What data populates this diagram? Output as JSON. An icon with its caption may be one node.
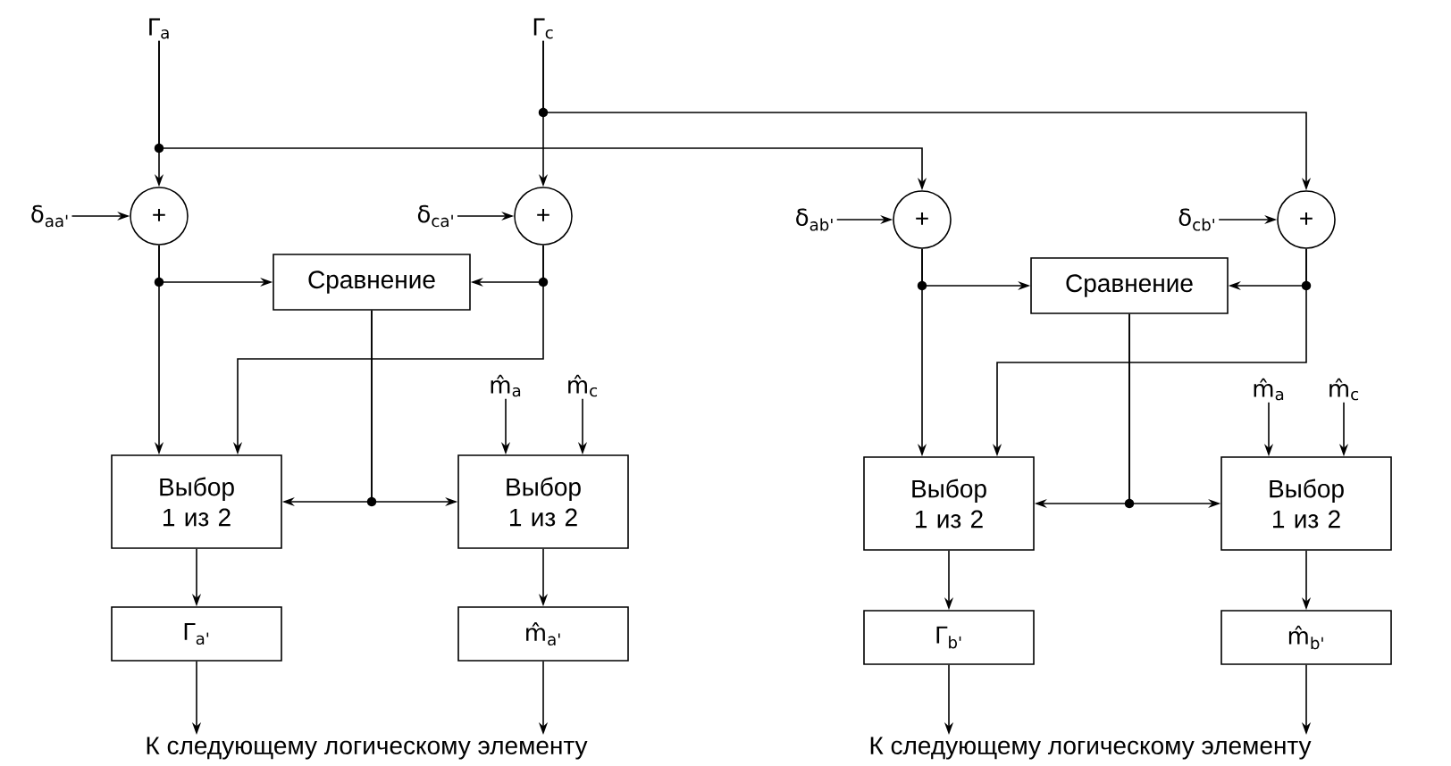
{
  "diagram": {
    "nodes": [
      {
        "text": [
          "Γ$_{a}$"
        ]
      },
      {
        "text": [
          "Γ$_{c}$"
        ]
      },
      {
        "text": [
          "δ$_{aa'}$"
        ]
      },
      {
        "text": [
          "+"
        ]
      },
      {
        "text": [
          "δ$_{ca'}$"
        ]
      },
      {
        "text": [
          "+"
        ]
      },
      {
        "text": [
          "δ$_{ab'}$"
        ]
      },
      {
        "text": [
          "+"
        ]
      },
      {
        "text": [
          "δ$_{cb'}$"
        ]
      },
      {
        "text": [
          "+"
        ]
      },
      {
        "text": [
          "Сравнение"
        ]
      },
      {
        "text": [
          "Сравнение"
        ]
      },
      {
        "text": [
          "m̂$_{a}$"
        ]
      },
      {
        "text": [
          "m̂$_{c}$"
        ]
      },
      {
        "text": [
          "Выбор 1 из 2"
        ]
      },
      {
        "text": [
          "Выбор 1 из 2"
        ]
      },
      {
        "text": [
          "m̂$_{a}$"
        ]
      },
      {
        "text": [
          "m̂$_{c}$"
        ]
      },
      {
        "text": [
          "Выбор 1 из 2"
        ]
      },
      {
        "text": [
          "Выбор 1 из 2"
        ]
      },
      {
        "text": [
          "Γ$_{a'}$"
        ]
      },
      {
        "text": [
          "m̂$_{a'}$"
        ]
      },
      {
        "text": [
          "Γ$_{b'}$"
        ]
      },
      {
        "text": [
          "m̂$_{b'}$"
        ]
      },
      {
        "text": [
          "К следующему логическому элементу"
        ]
      },
      {
        "text": [
          "К следующему логическому элементу"
        ]
      }
    ],
    "edges": [
      {
        "from": 0,
        "to": 3,
        "arrow": "to"
      },
      {
        "from": 0,
        "to": 7,
        "arrow": "to"
      },
      {
        "from": 1,
        "to": 5,
        "arrow": "to"
      },
      {
        "from": 1,
        "to": 9,
        "arrow": "to"
      },
      {
        "from": 2,
        "to": 3,
        "arrow": "to"
      },
      {
        "from": 4,
        "to": 5,
        "arrow": "to"
      },
      {
        "from": 6,
        "to": 7,
        "arrow": "to"
      },
      {
        "from": 8,
        "to": 9,
        "arrow": "to"
      },
      {
        "from": 3,
        "to": 10,
        "arrow": "to"
      },
      {
        "from": 3,
        "to": 14,
        "arrow": "to"
      },
      {
        "from": 5,
        "to": 10,
        "arrow": "to"
      },
      {
        "from": 5,
        "to": 14,
        "arrow": "to"
      },
      {
        "from": 10,
        "to": 14,
        "arrow": "to"
      },
      {
        "from": 10,
        "to": 15,
        "arrow": "to"
      },
      {
        "from": 12,
        "to": 15,
        "arrow": "to"
      },
      {
        "from": 13,
        "to": 15,
        "arrow": "to"
      },
      {
        "from": 14,
        "to": 20,
        "arrow": "to"
      },
      {
        "from": 15,
        "to": 21,
        "arrow": "to"
      },
      {
        "from": 20,
        "to": 24,
        "arrow": "to"
      },
      {
        "from": 21,
        "to": 24,
        "arrow": "to"
      },
      {
        "from": 7,
        "to": 11,
        "arrow": "to"
      },
      {
        "from": 7,
        "to": 18,
        "arrow": "to"
      },
      {
        "from": 9,
        "to": 11,
        "arrow": "to"
      },
      {
        "from": 9,
        "to": 18,
        "arrow": "to"
      },
      {
        "from": 11,
        "to": 18,
        "arrow": "to"
      },
      {
        "from": 11,
        "to": 19,
        "arrow": "to"
      },
      {
        "from": 16,
        "to": 19,
        "arrow": "to"
      },
      {
        "from": 17,
        "to": 19,
        "arrow": "to"
      },
      {
        "from": 18,
        "to": 22,
        "arrow": "to"
      },
      {
        "from": 19,
        "to": 23,
        "arrow": "to"
      },
      {
        "from": 22,
        "to": 25,
        "arrow": "to"
      },
      {
        "from": 23,
        "to": 25,
        "arrow": "to"
      }
    ]
  }
}
